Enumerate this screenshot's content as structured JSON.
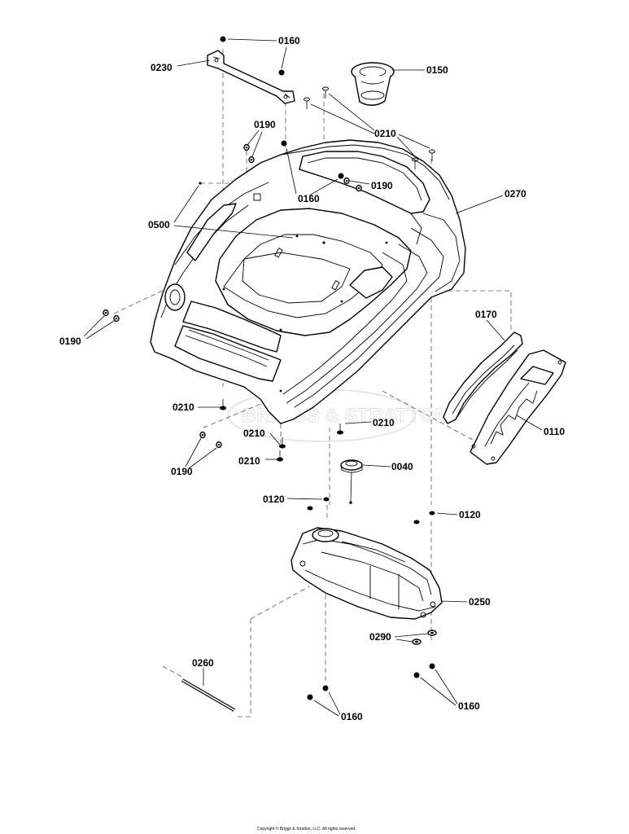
{
  "parts": {
    "p0160_top": "0160",
    "p0230": "0230",
    "p0150": "0150",
    "p0210_top": "0210",
    "p0190_top": "0190",
    "p0160_mid": "0160",
    "p0190_mid": "0190",
    "p0270": "0270",
    "p0500": "0500",
    "p0190_left": "0190",
    "p0170": "0170",
    "p0110": "0110",
    "p0210_a": "0210",
    "p0210_b": "0210",
    "p0210_c": "0210",
    "p0210_d": "0210",
    "p0190_low": "0190",
    "p0040": "0040",
    "p0120_left": "0120",
    "p0120_right": "0120",
    "p0250": "0250",
    "p0290": "0290",
    "p0260": "0260",
    "p0160_bl": "0160",
    "p0160_br": "0160"
  },
  "watermark": "BRIGGS & STRATTON",
  "copyright": "Copyright © Briggs & Stratton, LLC. All rights reserved.",
  "colors": {
    "ink": "#000000",
    "paper": "#ffffff",
    "watermark": "#e2e2e2"
  }
}
